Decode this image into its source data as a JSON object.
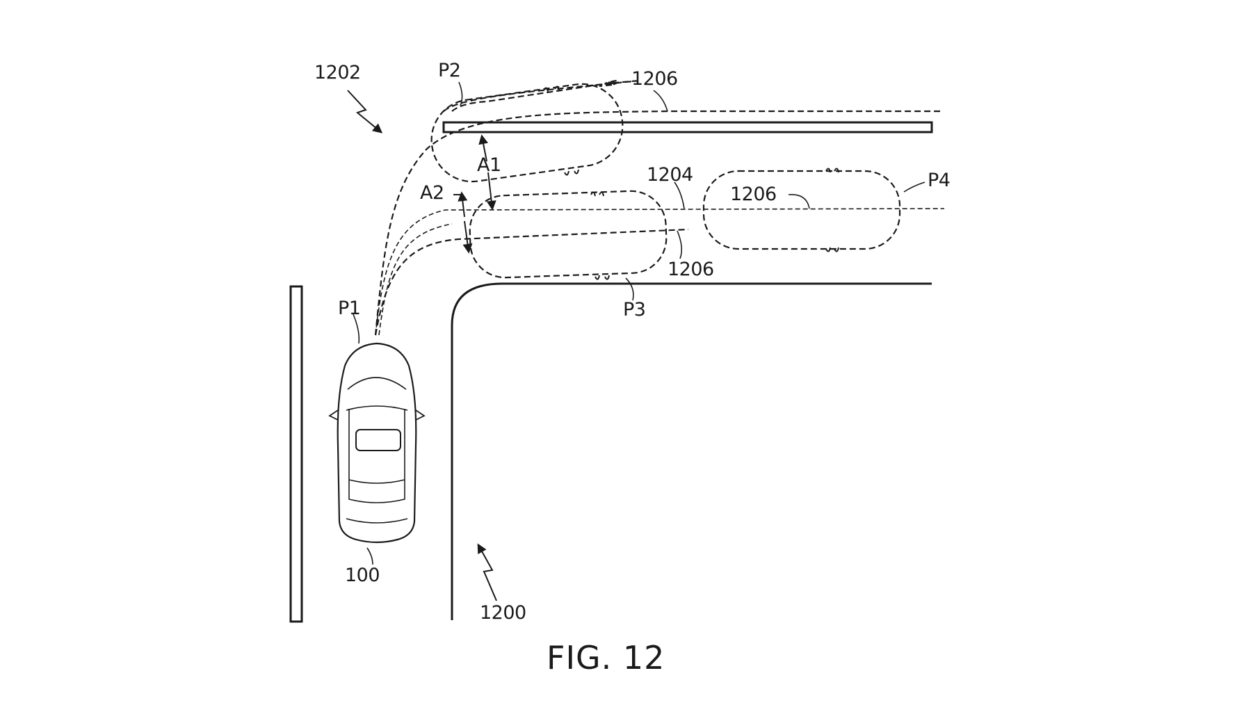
{
  "figure": {
    "caption": "FIG. 12",
    "labels": {
      "ref_1202": "1202",
      "ref_1206_top": "1206",
      "p2": "P2",
      "a1": "A1",
      "a2": "A2",
      "ref_1204": "1204",
      "ref_1206_mid": "1206",
      "p4": "P4",
      "ref_1206_lower": "1206",
      "p3": "P3",
      "p1": "P1",
      "ref_100": "100",
      "ref_1200": "1200"
    }
  }
}
